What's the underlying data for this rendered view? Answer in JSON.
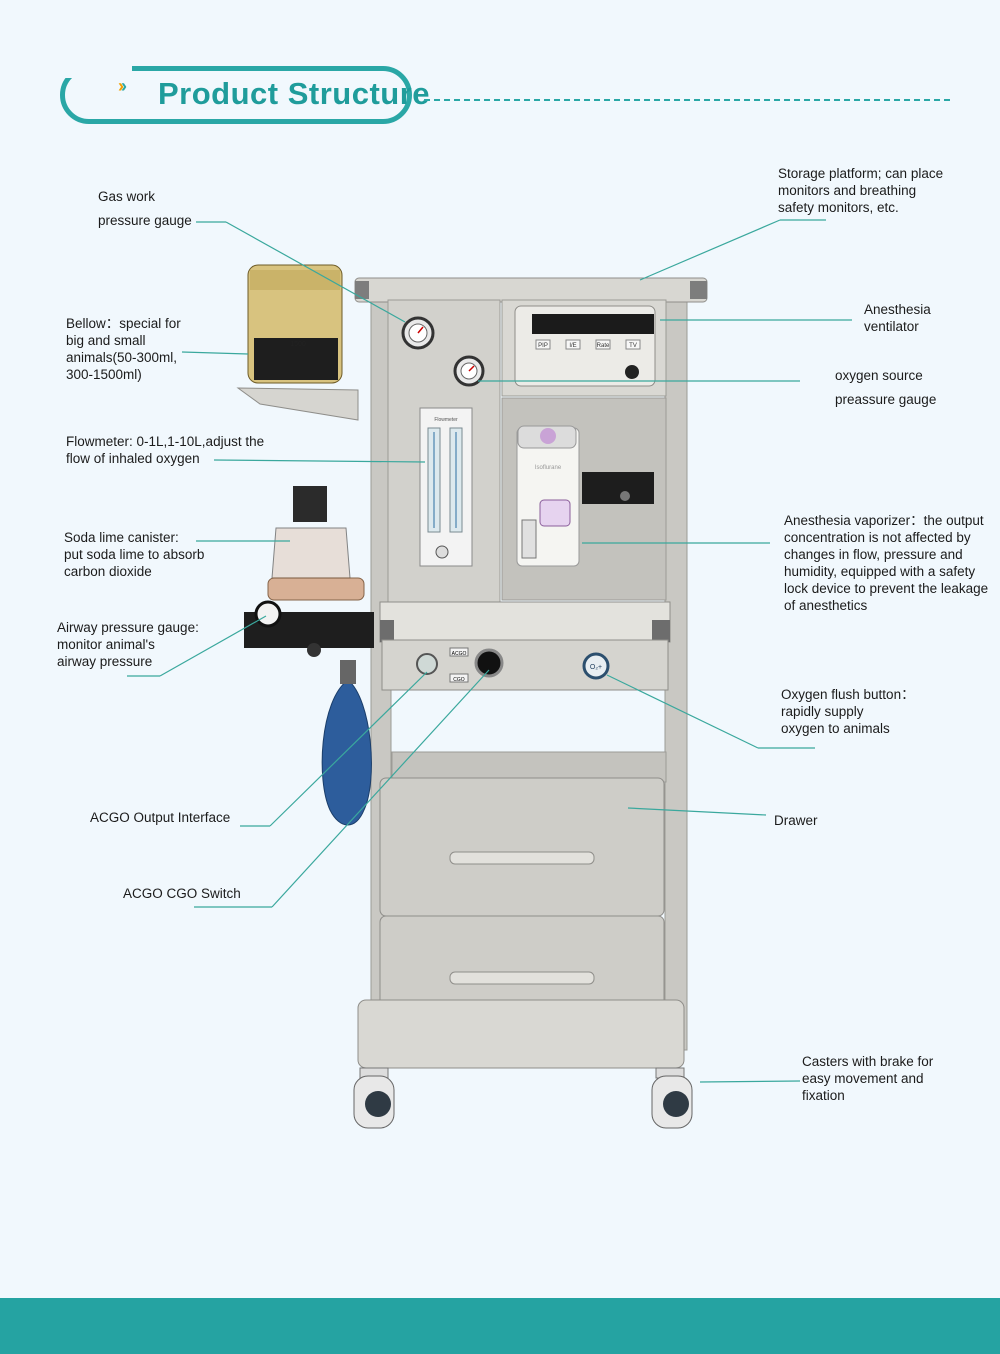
{
  "header": {
    "title": "Product Structure"
  },
  "labels": {
    "gas_gauge_1": "Gas work",
    "gas_gauge_2": "pressure gauge",
    "bellow": "Bellow：special for\nbig and small\nanimals(50-300ml,\n300-1500ml)",
    "flowmeter": "Flowmeter: 0-1L,1-10L,adjust the\nflow of inhaled oxygen",
    "soda": "Soda lime canister:\nput soda lime to absorb\ncarbon dioxide",
    "airway": "Airway pressure gauge:\nmonitor animal's\n airway pressure",
    "acgo_output": "ACGO Output Interface",
    "acgo_switch": "ACGO  CGO Switch",
    "storage": "Storage platform; can place\nmonitors and breathing\nsafety monitors, etc.",
    "ventilator": "Anesthesia\nventilator",
    "o2_gauge_1": "oxygen source",
    "o2_gauge_2": "preassure gauge",
    "vaporizer": "Anesthesia vaporizer：the output\nconcentration is not affected by\nchanges in flow, pressure and\nhumidity, equipped with a safety\nlock device to prevent the leakage\nof anesthetics",
    "flush": "Oxygen flush button：\nrapidly supply\noxygen to animals",
    "drawer": "Drawer",
    "casters": "Casters with brake for\neasy movement and\nfixation"
  },
  "machine": {
    "bellow_scale": "1500",
    "flowmeter_brand": "Flowmeter",
    "ventilator_keys": [
      "PIP",
      "I/E",
      "Rate",
      "TV"
    ],
    "vaporizer_brand": "Isoflurane",
    "panel_acgo": "ACGO",
    "panel_cgo": "CGO",
    "flush_button": "O₂+"
  },
  "colors": {
    "accent": "#2aa7a6",
    "arrow": "#f2a000",
    "leader": "#3aa89d",
    "footer": "#25a3a2"
  }
}
